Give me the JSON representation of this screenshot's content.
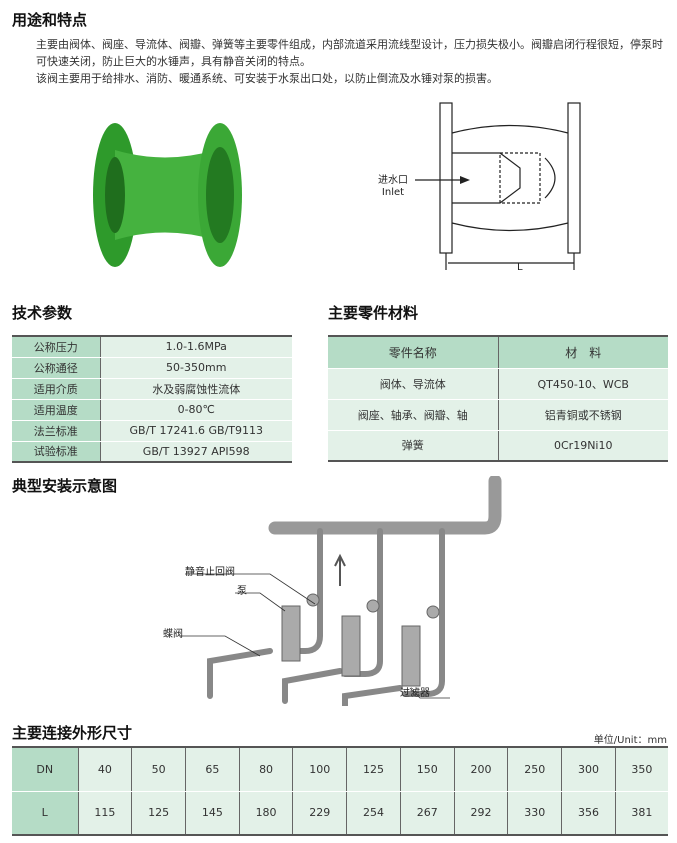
{
  "usage": {
    "title": "用途和特点",
    "paragraphs": [
      "主要由阀体、阀座、导流体、阀瓣、弹簧等主要零件组成，内部流道采用流线型设计，压力损失极小。阀瓣启闭行程很短，停泵时可快速关闭，防止巨大的水锤声，具有静音关闭的特点。",
      "该阀主要用于给排水、消防、暖通系统、可安装于水泵出口处，以防止倒流及水锤对泵的损害。"
    ]
  },
  "drawing": {
    "inlet_cn": "进水口",
    "inlet_en": "Inlet",
    "length_label": "L"
  },
  "tech": {
    "title": "技术参数",
    "rows": [
      [
        "公称压力",
        "1.0-1.6MPa"
      ],
      [
        "公称通径",
        "50-350mm"
      ],
      [
        "适用介质",
        "水及弱腐蚀性流体"
      ],
      [
        "适用温度",
        "0-80℃"
      ],
      [
        "法兰标准",
        "GB/T 17241.6  GB/T9113"
      ],
      [
        "试验标准",
        "GB/T 13927  API598"
      ]
    ]
  },
  "materials": {
    "title": "主要零件材料",
    "headers": [
      "零件名称",
      "材　料"
    ],
    "rows": [
      [
        "阀体、导流体",
        "QT450-10、WCB"
      ],
      [
        "阀座、轴承、阀瓣、轴",
        "铝青铜或不锈钢"
      ],
      [
        "弹簧",
        "0Cr19Ni10"
      ]
    ]
  },
  "install": {
    "title": "典型安装示意图",
    "labels": {
      "check_valve": "静音止回阀",
      "pump": "泵",
      "butterfly_valve": "蝶阀",
      "filter": "过滤器"
    }
  },
  "dims": {
    "title": "主要连接外形尺寸",
    "unit": "单位/Unit：mm",
    "rows": [
      {
        "label": "DN",
        "values": [
          "40",
          "50",
          "65",
          "80",
          "100",
          "125",
          "150",
          "200",
          "250",
          "300",
          "350"
        ]
      },
      {
        "label": "L",
        "values": [
          "115",
          "125",
          "145",
          "180",
          "229",
          "254",
          "267",
          "292",
          "330",
          "356",
          "381"
        ]
      }
    ]
  },
  "colors": {
    "header_green": "#b5dcc6",
    "cell_green": "#e3f1e8",
    "valve_green": "#3fae3a"
  }
}
